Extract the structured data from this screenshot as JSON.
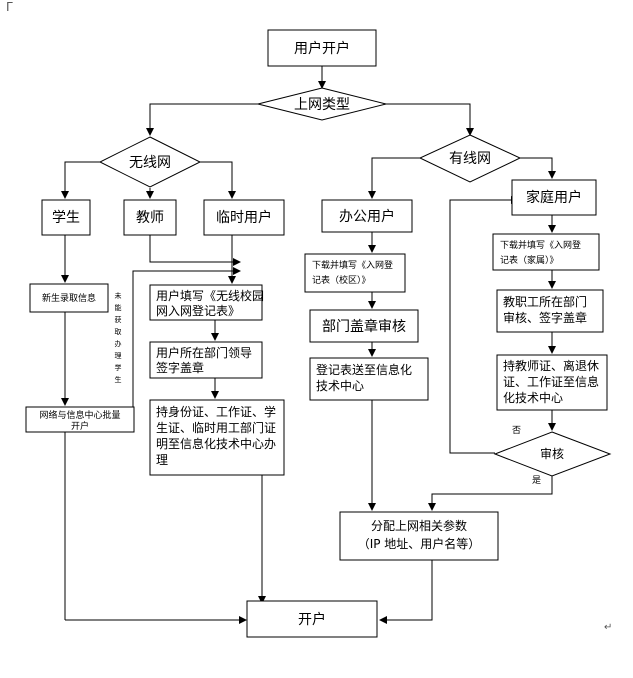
{
  "corner_mark": "Γ",
  "return_mark": "↵",
  "nodes": {
    "start": "用户开户",
    "type_decision": "上网类型",
    "wireless": "无线网",
    "wired": "有线网",
    "student": "学生",
    "teacher": "教师",
    "temp_user": "临时用户",
    "office_user": "办公用户",
    "family_user": "家庭用户",
    "student_info": "新生录取信息",
    "batch_open": [
      "网络与信息中心批量",
      "开户"
    ],
    "fill_wireless_form": [
      "用户填写《无线校园",
      "网入网登记表》"
    ],
    "dept_sign": [
      "用户所在部门领导",
      "签字盖章"
    ],
    "bring_id": [
      "持身份证、工作证、学",
      "生证、临时用工部门证",
      "明至信息化技术中心办",
      "理"
    ],
    "office_download": [
      "下载并填写《入网登",
      "记表（校区）》"
    ],
    "dept_stamp_review": "部门盖章审核",
    "office_submit": [
      "登记表送至信息化",
      "技术中心"
    ],
    "family_download": [
      "下载并填写《入网登",
      "记表（家属）》"
    ],
    "staff_dept_review": [
      "教职工所在部门",
      "审核、签字盖章"
    ],
    "bring_cert": [
      "持教师证、离退休",
      "证、工作证至信息",
      "化技术中心"
    ],
    "review": "审核",
    "no_label": "否",
    "yes_label": "是",
    "assign_params": [
      "分配上网相关参数",
      "（IP 地址、用户名等）"
    ],
    "finish": "开户"
  },
  "vertical_note": "未能获取办理学生"
}
